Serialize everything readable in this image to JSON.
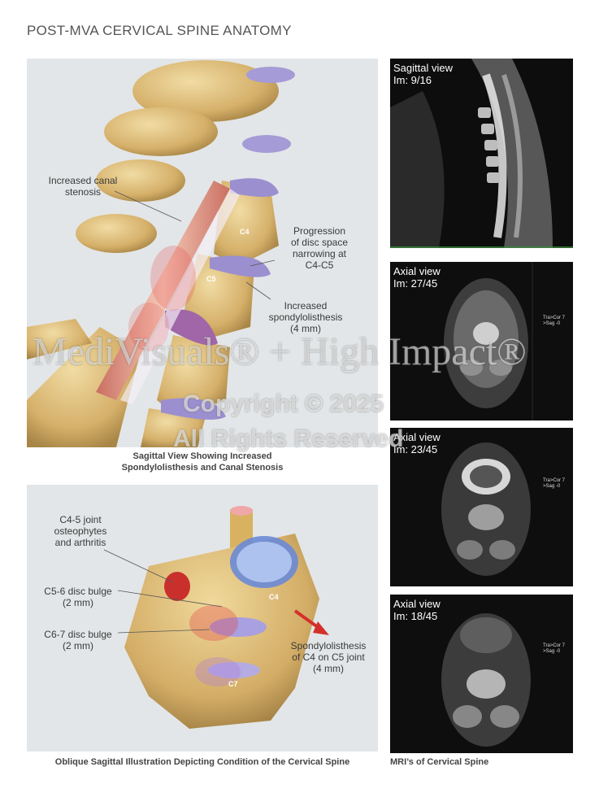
{
  "title": "POST-MVA CERVICAL SPINE ANATOMY",
  "top_panel": {
    "labels": {
      "canal": "Increased canal\nstenosis",
      "progression": "Progression\nof disc space\nnarrowing at\nC4-C5",
      "spondylo": "Increased\nspondylolisthesis\n(4 mm)"
    },
    "vertebrae": {
      "c4": "C4",
      "c5": "C5"
    },
    "caption": "Sagittal View Showing Increased\nSpondylolisthesis and Canal Stenosis"
  },
  "bottom_panel": {
    "labels": {
      "osteophytes": "C4-5 joint\nosteophytes\nand arthritis",
      "c56": "C5-6 disc bulge\n(2 mm)",
      "c67": "C6-7 disc bulge\n(2 mm)",
      "spondylo": "Spondylolisthesis\nof C4 on C5 joint\n(4 mm)"
    },
    "vertebrae": {
      "c4": "C4",
      "c7": "C7"
    },
    "caption": "Oblique Sagittal Illustration Depicting Condition of the Cervical Spine"
  },
  "mri": {
    "images": [
      {
        "view": "Sagittal view",
        "im": "Im: 9/16",
        "side": ""
      },
      {
        "view": "Axial view",
        "im": "Im: 27/45",
        "side": "Tra>Cor 7\n>Sag -0"
      },
      {
        "view": "Axial view",
        "im": "Im: 23/45",
        "side": "Tra>Cor 7\n>Sag -0"
      },
      {
        "view": "Axial view",
        "im": "Im: 18/45",
        "side": "Tra>Cor 7\n>Sag -0"
      }
    ],
    "caption": "MRI’s of Cervical Spine"
  },
  "watermark": {
    "brand": "MediVisuals® + High Impact®",
    "copyright": "Copyright © 2025",
    "rights": "All Rights Reserved"
  },
  "colors": {
    "bone": "#d9b978",
    "disc": "#9b8fd0",
    "canal": "#d98c7a",
    "inflammation": "#d23a3a"
  }
}
